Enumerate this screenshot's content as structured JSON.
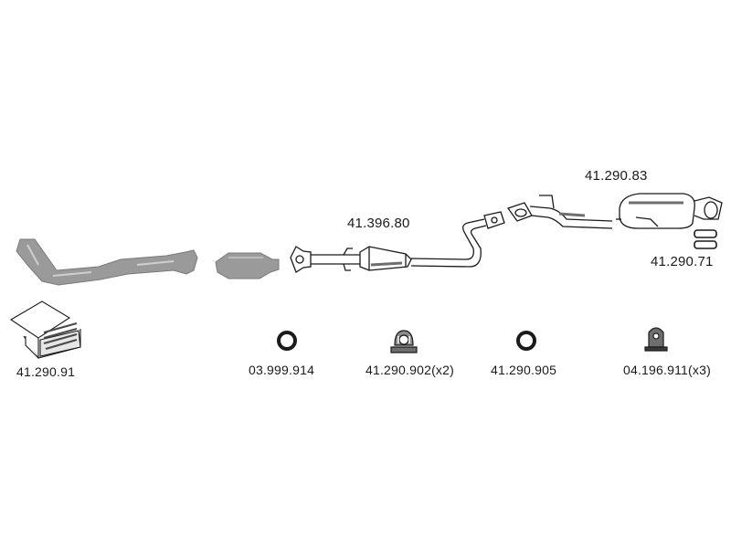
{
  "colors": {
    "background": "#ffffff",
    "ink": "#1a1a1a",
    "grey_part": "#9a9a9a",
    "grey_dark": "#6e6e6e"
  },
  "parts": {
    "rear_silencer": {
      "number": "41.290.83",
      "icon": "rear-silencer-icon"
    },
    "rear_gaskets": {
      "number": "41.290.71",
      "icon": "gasket-pair-icon"
    },
    "middle_pipe": {
      "number": "41.396.80",
      "icon": "middle-silencer-pipe-icon"
    },
    "front_pipe": {
      "icon": "front-pipe-icon"
    },
    "catalytic_converter": {
      "icon": "catalytic-converter-icon"
    },
    "mounting_kit": {
      "number": "41.290.91",
      "icon": "mounting-kit-box-icon"
    },
    "ring_gasket_a": {
      "number": "03.999.914",
      "icon": "ring-gasket-icon"
    },
    "rubber_hanger_a": {
      "number": "41.290.902(x2)",
      "icon": "rubber-hanger-icon"
    },
    "ring_gasket_b": {
      "number": "41.290.905",
      "icon": "ring-gasket-icon"
    },
    "rubber_hanger_b": {
      "number": "04.196.911(x3)",
      "icon": "rubber-mount-icon"
    }
  }
}
